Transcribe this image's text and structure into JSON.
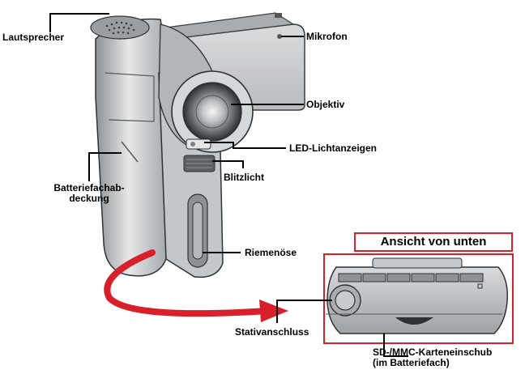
{
  "labels": {
    "speaker": "Lautsprecher",
    "microphone": "Mikrofon",
    "lens": "Objektiv",
    "led": "LED-Lichtanzeigen",
    "flash": "Blitzlicht",
    "battery_cover_line1": "Batteriefachab-",
    "battery_cover_line2": "deckung",
    "strap": "Riemenöse",
    "tripod": "Stativanschluss",
    "sd_slot_line1": "SD-/MMC-Karteneinschub",
    "sd_slot_line2": "(im Batteriefach)"
  },
  "inset": {
    "title": "Ansicht von unten"
  },
  "colors": {
    "accent_red": "#d8202a",
    "body_gray": "#c8cbcd",
    "dark_gray": "#6d7174",
    "line": "#000000"
  }
}
